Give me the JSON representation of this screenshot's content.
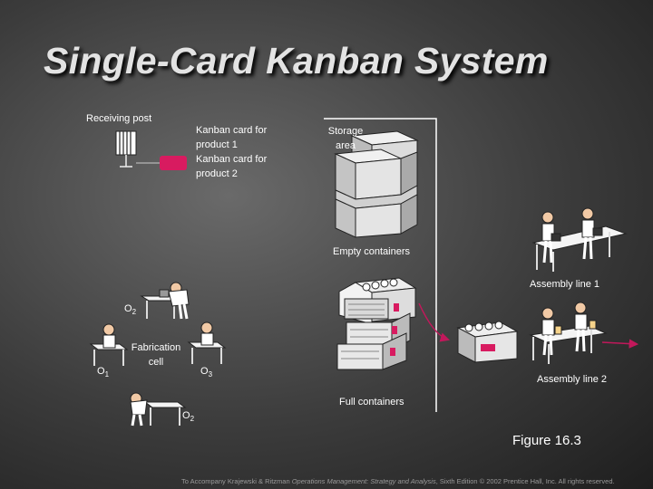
{
  "title": "Single-Card Kanban System",
  "labels": {
    "receiving_post": "Receiving post",
    "kanban_card_1": "Kanban card for product 1",
    "kanban_card_2": "Kanban card for product 2",
    "storage_area": "Storage area",
    "empty_containers": "Empty containers",
    "assembly_line_1": "Assembly line 1",
    "assembly_line_2": "Assembly line 2",
    "full_containers": "Full containers",
    "fabrication_cell": "Fabrication cell",
    "o1": "O",
    "o1_sub": "1",
    "o2_top": "O",
    "o2_top_sub": "2",
    "o2_bottom": "O",
    "o2_bottom_sub": "2",
    "o3": "O",
    "o3_sub": "3"
  },
  "figure_label": "Figure 16.3",
  "footer": {
    "prefix": "To Accompany Krajewski & Ritzman ",
    "book": "Operations Management: Strategy and Analysis",
    "suffix": ", Sixth Edition © 2002 Prentice Hall, Inc. All rights reserved."
  },
  "colors": {
    "kanban_card_1": "#d81b60",
    "kanban_card_2": "#d81b60",
    "flow_arrow": "#c2185b"
  }
}
